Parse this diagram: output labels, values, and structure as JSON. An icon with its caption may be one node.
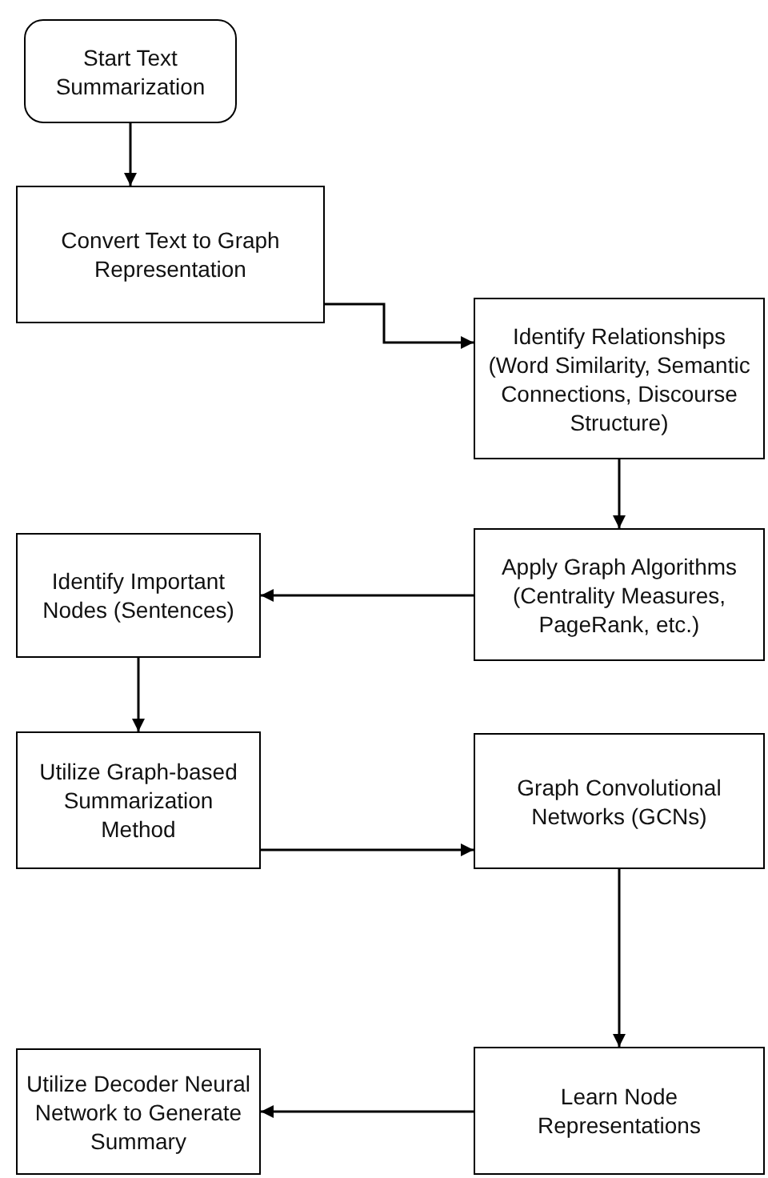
{
  "diagram": {
    "nodes": [
      {
        "text": [
          "Start Text Summarization"
        ]
      },
      {
        "text": [
          "Convert Text to Graph Representation"
        ]
      },
      {
        "text": [
          "Identify Relationships (Word Similarity, Semantic Connections, Discourse Structure)"
        ]
      },
      {
        "text": [
          "Apply Graph Algorithms (Centrality Measures, PageRank, etc.)"
        ]
      },
      {
        "text": [
          "Identify Important Nodes (Sentences)"
        ]
      },
      {
        "text": [
          "Utilize Graph-based Summarization Method"
        ]
      },
      {
        "text": [
          "Graph Convolutional Networks (GCNs)"
        ]
      },
      {
        "text": [
          "Learn Node Representations"
        ]
      },
      {
        "text": [
          "Utilize Decoder Neural Network to Generate Summary"
        ]
      }
    ],
    "edges": [
      {
        "from": 0,
        "to": 1,
        "arrow": "to"
      },
      {
        "from": 1,
        "to": 2,
        "arrow": "to"
      },
      {
        "from": 2,
        "to": 3,
        "arrow": "to"
      },
      {
        "from": 3,
        "to": 4,
        "arrow": "to"
      },
      {
        "from": 4,
        "to": 5,
        "arrow": "to"
      },
      {
        "from": 5,
        "to": 6,
        "arrow": "to"
      },
      {
        "from": 6,
        "to": 7,
        "arrow": "to"
      },
      {
        "from": 7,
        "to": 8,
        "arrow": "to"
      }
    ]
  }
}
